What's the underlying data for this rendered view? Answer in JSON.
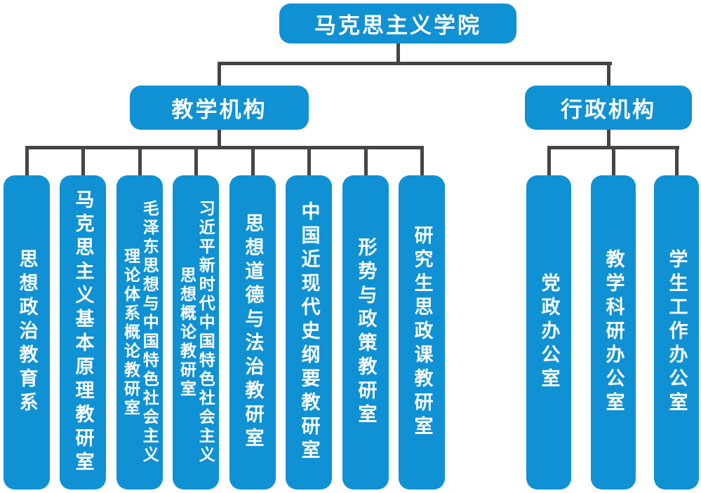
{
  "root": {
    "label": "马克思主义学院"
  },
  "branches": [
    {
      "label": "教学机构",
      "children": [
        {
          "columns": [
            "思想政治教育系"
          ]
        },
        {
          "columns": [
            "马克思主义基本原理教研室"
          ]
        },
        {
          "columns": [
            "毛泽东思想与中国特色社会主义",
            "理论体系概论教研室"
          ]
        },
        {
          "columns": [
            "习近平新时代中国特色社会主义",
            "思想概论教研室"
          ]
        },
        {
          "columns": [
            "思想道德与法治教研室"
          ]
        },
        {
          "columns": [
            "中国近现代史纲要教研室"
          ]
        },
        {
          "columns": [
            "形势与政策教研室"
          ]
        },
        {
          "columns": [
            "研究生思政课教研室"
          ]
        }
      ]
    },
    {
      "label": "行政机构",
      "children": [
        {
          "columns": [
            "党政办公室"
          ]
        },
        {
          "columns": [
            "教学科研办公室"
          ]
        },
        {
          "columns": [
            "学生工作办公室"
          ]
        }
      ]
    }
  ],
  "colors": {
    "node_blue": "#0f91d4",
    "connector_gray": "#454545",
    "text_white": "#ffffff",
    "background": "#ffffff"
  }
}
